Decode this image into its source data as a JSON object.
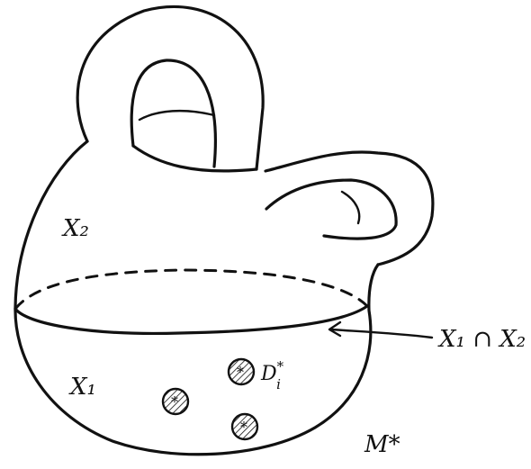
{
  "labels": {
    "x2": "X₂",
    "x1": "X₁",
    "intersection": "X₁ ∩ X₂",
    "disk": "D",
    "disk_sub": "i",
    "disk_sup": "*",
    "manifold": "M*"
  }
}
